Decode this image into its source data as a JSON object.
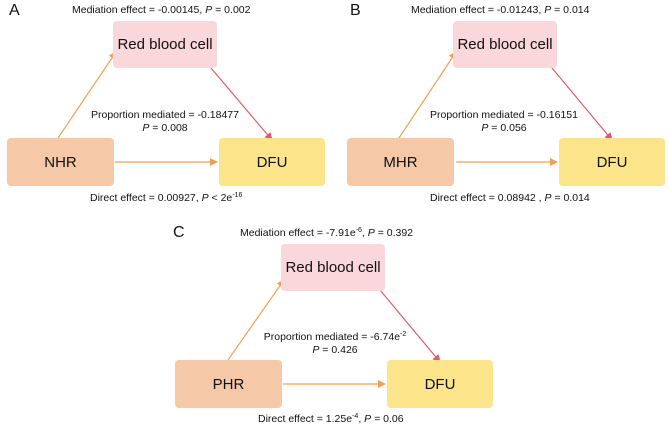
{
  "colors": {
    "mediator_fill": "#f9d7da",
    "exposure_fill": "#f5c9a8",
    "outcome_fill": "#fbe489",
    "orange_arrow": "#f0a055",
    "red_arrow": "#e05a6a"
  },
  "panels": [
    {
      "letter": "A",
      "mediator": "Red blood cell",
      "exposure": "NHR",
      "outcome": "DFU",
      "mediation": {
        "prefix": "Mediation effect = -0.00145, ",
        "p_label": "P",
        "rest": " = 0.002",
        "sup": ""
      },
      "proportion": {
        "line1": "Proportion mediated = -0.18477",
        "p_label": "P",
        "rest": " = 0.008"
      },
      "direct": {
        "prefix": "Direct effect = 0.00927, ",
        "p_label": "P",
        "rest": "  <  2e",
        "sup": "-16",
        "tail": ""
      }
    },
    {
      "letter": "B",
      "mediator": "Red blood cell",
      "exposure": "MHR",
      "outcome": "DFU",
      "mediation": {
        "prefix": "Mediation effect = -0.01243, ",
        "p_label": "P",
        "rest": " = 0.014",
        "sup": ""
      },
      "proportion": {
        "line1": "Proportion mediated = -0.16151",
        "p_label": "P",
        "rest": " = 0.056"
      },
      "direct": {
        "prefix": "Direct effect =  0.08942 , ",
        "p_label": "P",
        "rest": " = 0.014",
        "sup": "",
        "tail": ""
      }
    },
    {
      "letter": "C",
      "mediator": "Red blood cell",
      "exposure": "PHR",
      "outcome": "DFU",
      "mediation": {
        "prefix": "Mediation effect =  -7.91e",
        "sup": "-6",
        "mid": ", ",
        "p_label": "P",
        "rest": " = 0.392"
      },
      "proportion": {
        "line1a": "Proportion mediated = -6.74e",
        "line1sup": "-2",
        "p_label": "P",
        "rest": " = 0.426"
      },
      "direct": {
        "prefix": "Direct effect = 1.25e",
        "sup": "-4",
        "mid": ", ",
        "p_label": "P",
        "rest": " = 0.06"
      }
    }
  ]
}
